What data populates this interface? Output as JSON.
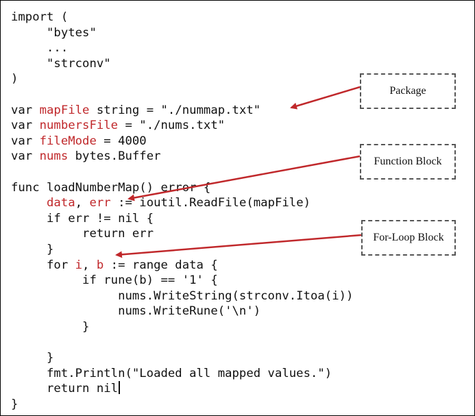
{
  "code_lines": [
    [
      {
        "t": "import ("
      }
    ],
    [
      {
        "t": "     \"bytes\""
      }
    ],
    [
      {
        "t": "     ..."
      }
    ],
    [
      {
        "t": "     \"strconv\""
      }
    ],
    [
      {
        "t": ")"
      }
    ],
    [
      {
        "t": ""
      }
    ],
    [
      {
        "t": "var "
      },
      {
        "t": "mapFile",
        "h": true
      },
      {
        "t": " string = \"./nummap.txt\""
      }
    ],
    [
      {
        "t": "var "
      },
      {
        "t": "numbersFile",
        "h": true
      },
      {
        "t": " = \"./nums.txt\""
      }
    ],
    [
      {
        "t": "var "
      },
      {
        "t": "fileMode",
        "h": true
      },
      {
        "t": " = 4000"
      }
    ],
    [
      {
        "t": "var "
      },
      {
        "t": "nums",
        "h": true
      },
      {
        "t": " bytes.Buffer"
      }
    ],
    [
      {
        "t": ""
      }
    ],
    [
      {
        "t": "func loadNumberMap() error {"
      }
    ],
    [
      {
        "t": "     "
      },
      {
        "t": "data",
        "h": true
      },
      {
        "t": ", "
      },
      {
        "t": "err",
        "h": true
      },
      {
        "t": " := ioutil.ReadFile(mapFile)"
      }
    ],
    [
      {
        "t": "     if err != nil {"
      }
    ],
    [
      {
        "t": "          return err"
      }
    ],
    [
      {
        "t": "     }"
      }
    ],
    [
      {
        "t": "     for "
      },
      {
        "t": "i",
        "h": true
      },
      {
        "t": ", "
      },
      {
        "t": "b",
        "h": true
      },
      {
        "t": " := range data {"
      }
    ],
    [
      {
        "t": "          if rune(b) == '1' {"
      }
    ],
    [
      {
        "t": "               nums.WriteString(strconv.Itoa(i))"
      }
    ],
    [
      {
        "t": "               nums.WriteRune('\\n')"
      }
    ],
    [
      {
        "t": "          }"
      }
    ],
    [
      {
        "t": ""
      }
    ],
    [
      {
        "t": "     }"
      }
    ],
    [
      {
        "t": "     fmt.Println(\"Loaded all mapped values.\")"
      }
    ],
    [
      {
        "t": "     return nil"
      }
    ],
    [
      {
        "t": "}"
      }
    ]
  ],
  "callouts": {
    "package": "Package",
    "function": "Function Block",
    "forloop": "For-Loop Block"
  },
  "colors": {
    "highlight": "#c0282b",
    "arrow": "#c0282b",
    "callout_border": "#555555"
  }
}
